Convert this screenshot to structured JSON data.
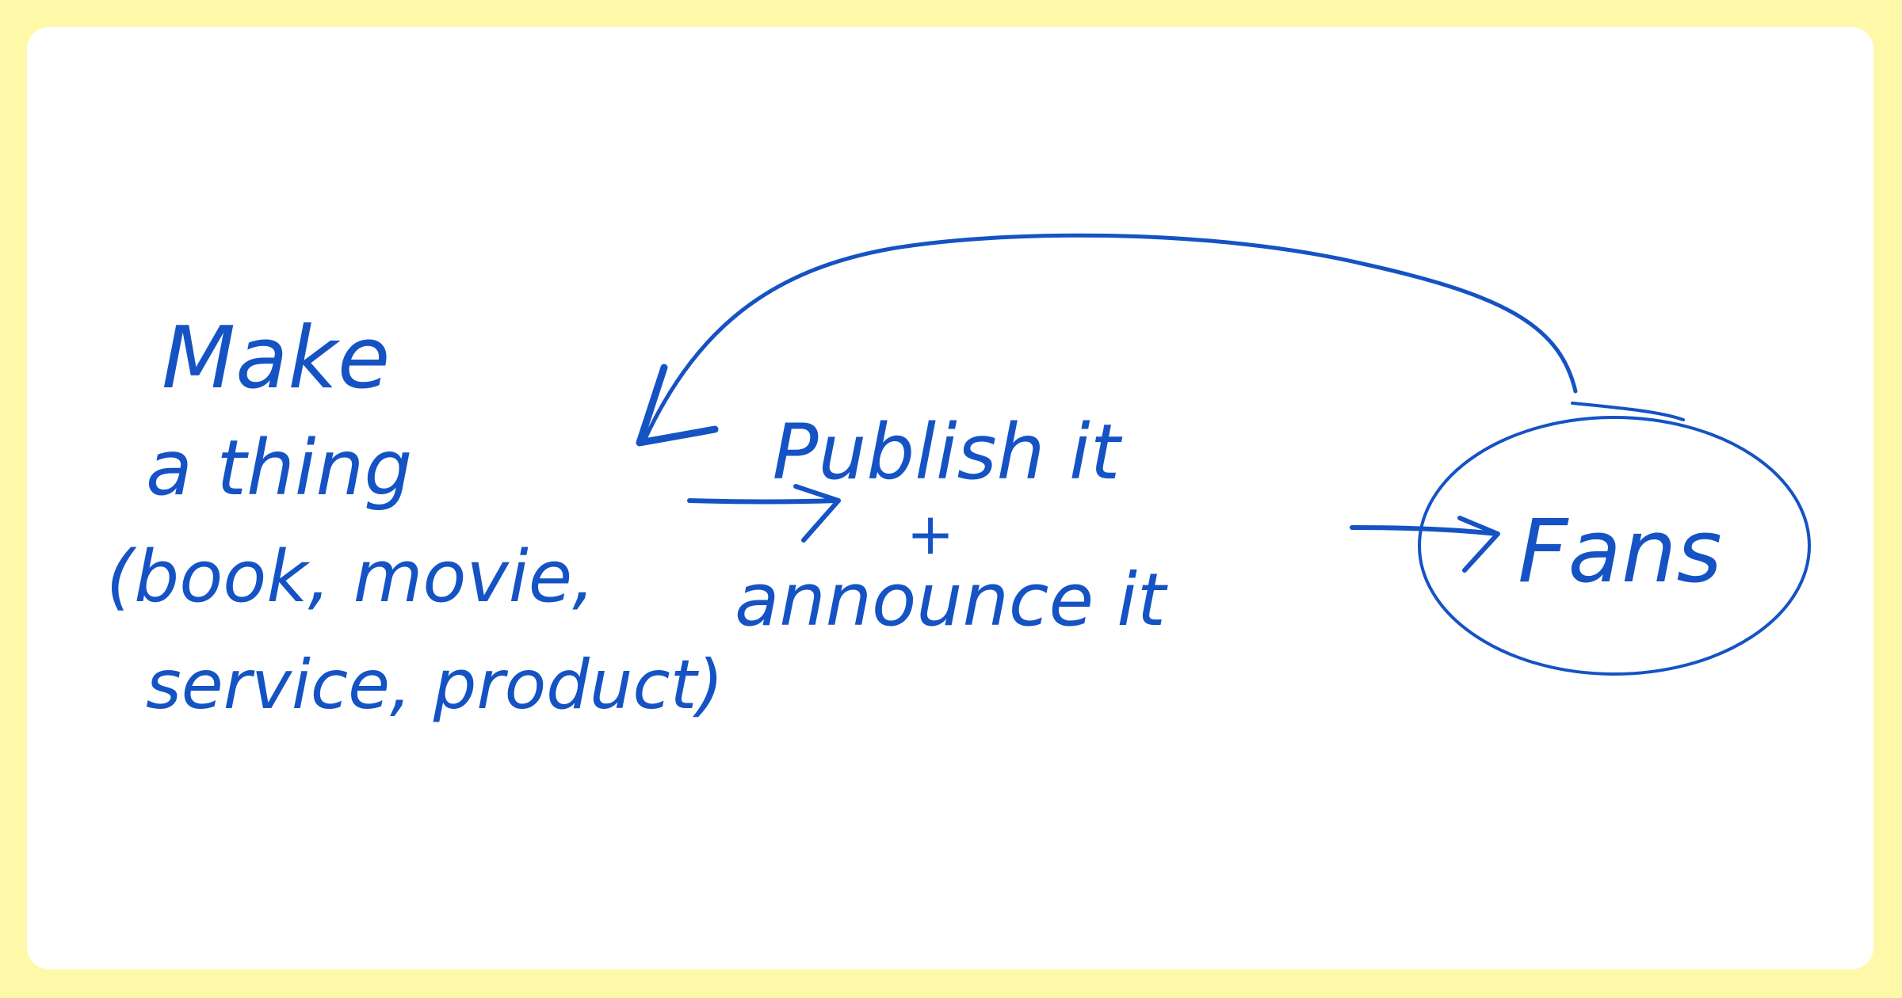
{
  "diagram": {
    "nodes": {
      "make": {
        "lines": [
          "Make",
          "a thing",
          "(book, movie,",
          "service, product)"
        ]
      },
      "publish": {
        "lines": [
          "Publish it",
          "+",
          "announce it"
        ]
      },
      "fans": {
        "label": "Fans"
      }
    },
    "edges": [
      {
        "from": "make",
        "to": "publish"
      },
      {
        "from": "publish",
        "to": "fans"
      },
      {
        "from": "fans",
        "to": "make"
      }
    ],
    "colors": {
      "ink": "#1553c4",
      "border": "#fdf9a8",
      "paper": "#ffffff"
    }
  }
}
